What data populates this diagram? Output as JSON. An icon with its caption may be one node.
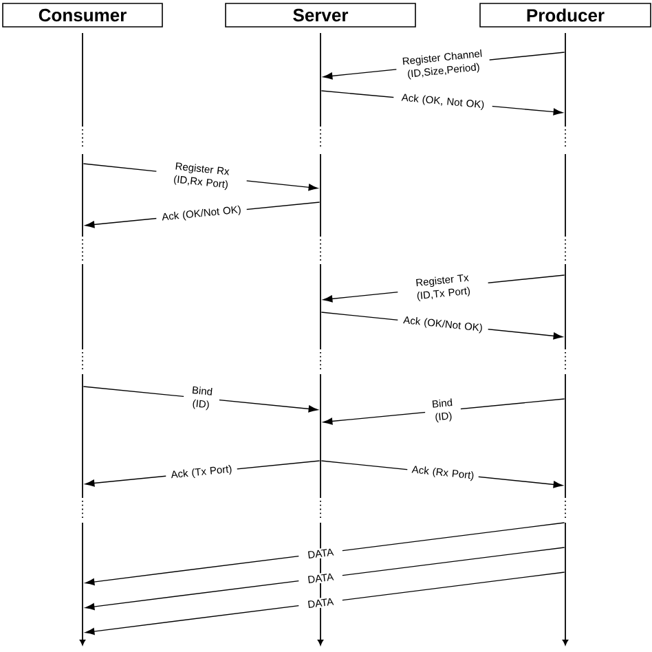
{
  "diagram": {
    "nodes": [
      {
        "text": [
          "Consumer"
        ]
      },
      {
        "text": [
          "Server"
        ]
      },
      {
        "text": [
          "Producer"
        ]
      },
      {
        "text": [],
        "shape": "bar"
      },
      {
        "text": [],
        "shape": "bar"
      },
      {
        "text": [],
        "shape": "bar"
      }
    ],
    "edges": [
      {
        "from": 5,
        "to": 4,
        "arrow": "to",
        "label": "Register Channel (ID,Size,Period)"
      },
      {
        "from": 4,
        "to": 5,
        "arrow": "to",
        "label": "Ack (OK, Not OK)"
      },
      {
        "from": 3,
        "to": 4,
        "arrow": "to",
        "label": "Register Rx (ID,Rx Port)"
      },
      {
        "from": 4,
        "to": 3,
        "arrow": "to",
        "label": "Ack (OK/Not OK)"
      },
      {
        "from": 5,
        "to": 4,
        "arrow": "to",
        "label": "Register Tx (ID,Tx Port)"
      },
      {
        "from": 4,
        "to": 5,
        "arrow": "to",
        "label": "Ack (OK/Not OK)"
      },
      {
        "from": 3,
        "to": 4,
        "arrow": "to",
        "label": "Bind (ID)"
      },
      {
        "from": 5,
        "to": 4,
        "arrow": "to",
        "label": "Bind (ID)"
      },
      {
        "from": 4,
        "to": 3,
        "arrow": "to",
        "label": "Ack (Tx Port)"
      },
      {
        "from": 4,
        "to": 5,
        "arrow": "to",
        "label": "Ack (Rx Port)"
      },
      {
        "from": 5,
        "to": 3,
        "arrow": "to",
        "label": "DATA"
      },
      {
        "from": 5,
        "to": 3,
        "arrow": "to",
        "label": "DATA"
      },
      {
        "from": 5,
        "to": 3,
        "arrow": "to",
        "label": "DATA"
      }
    ]
  }
}
